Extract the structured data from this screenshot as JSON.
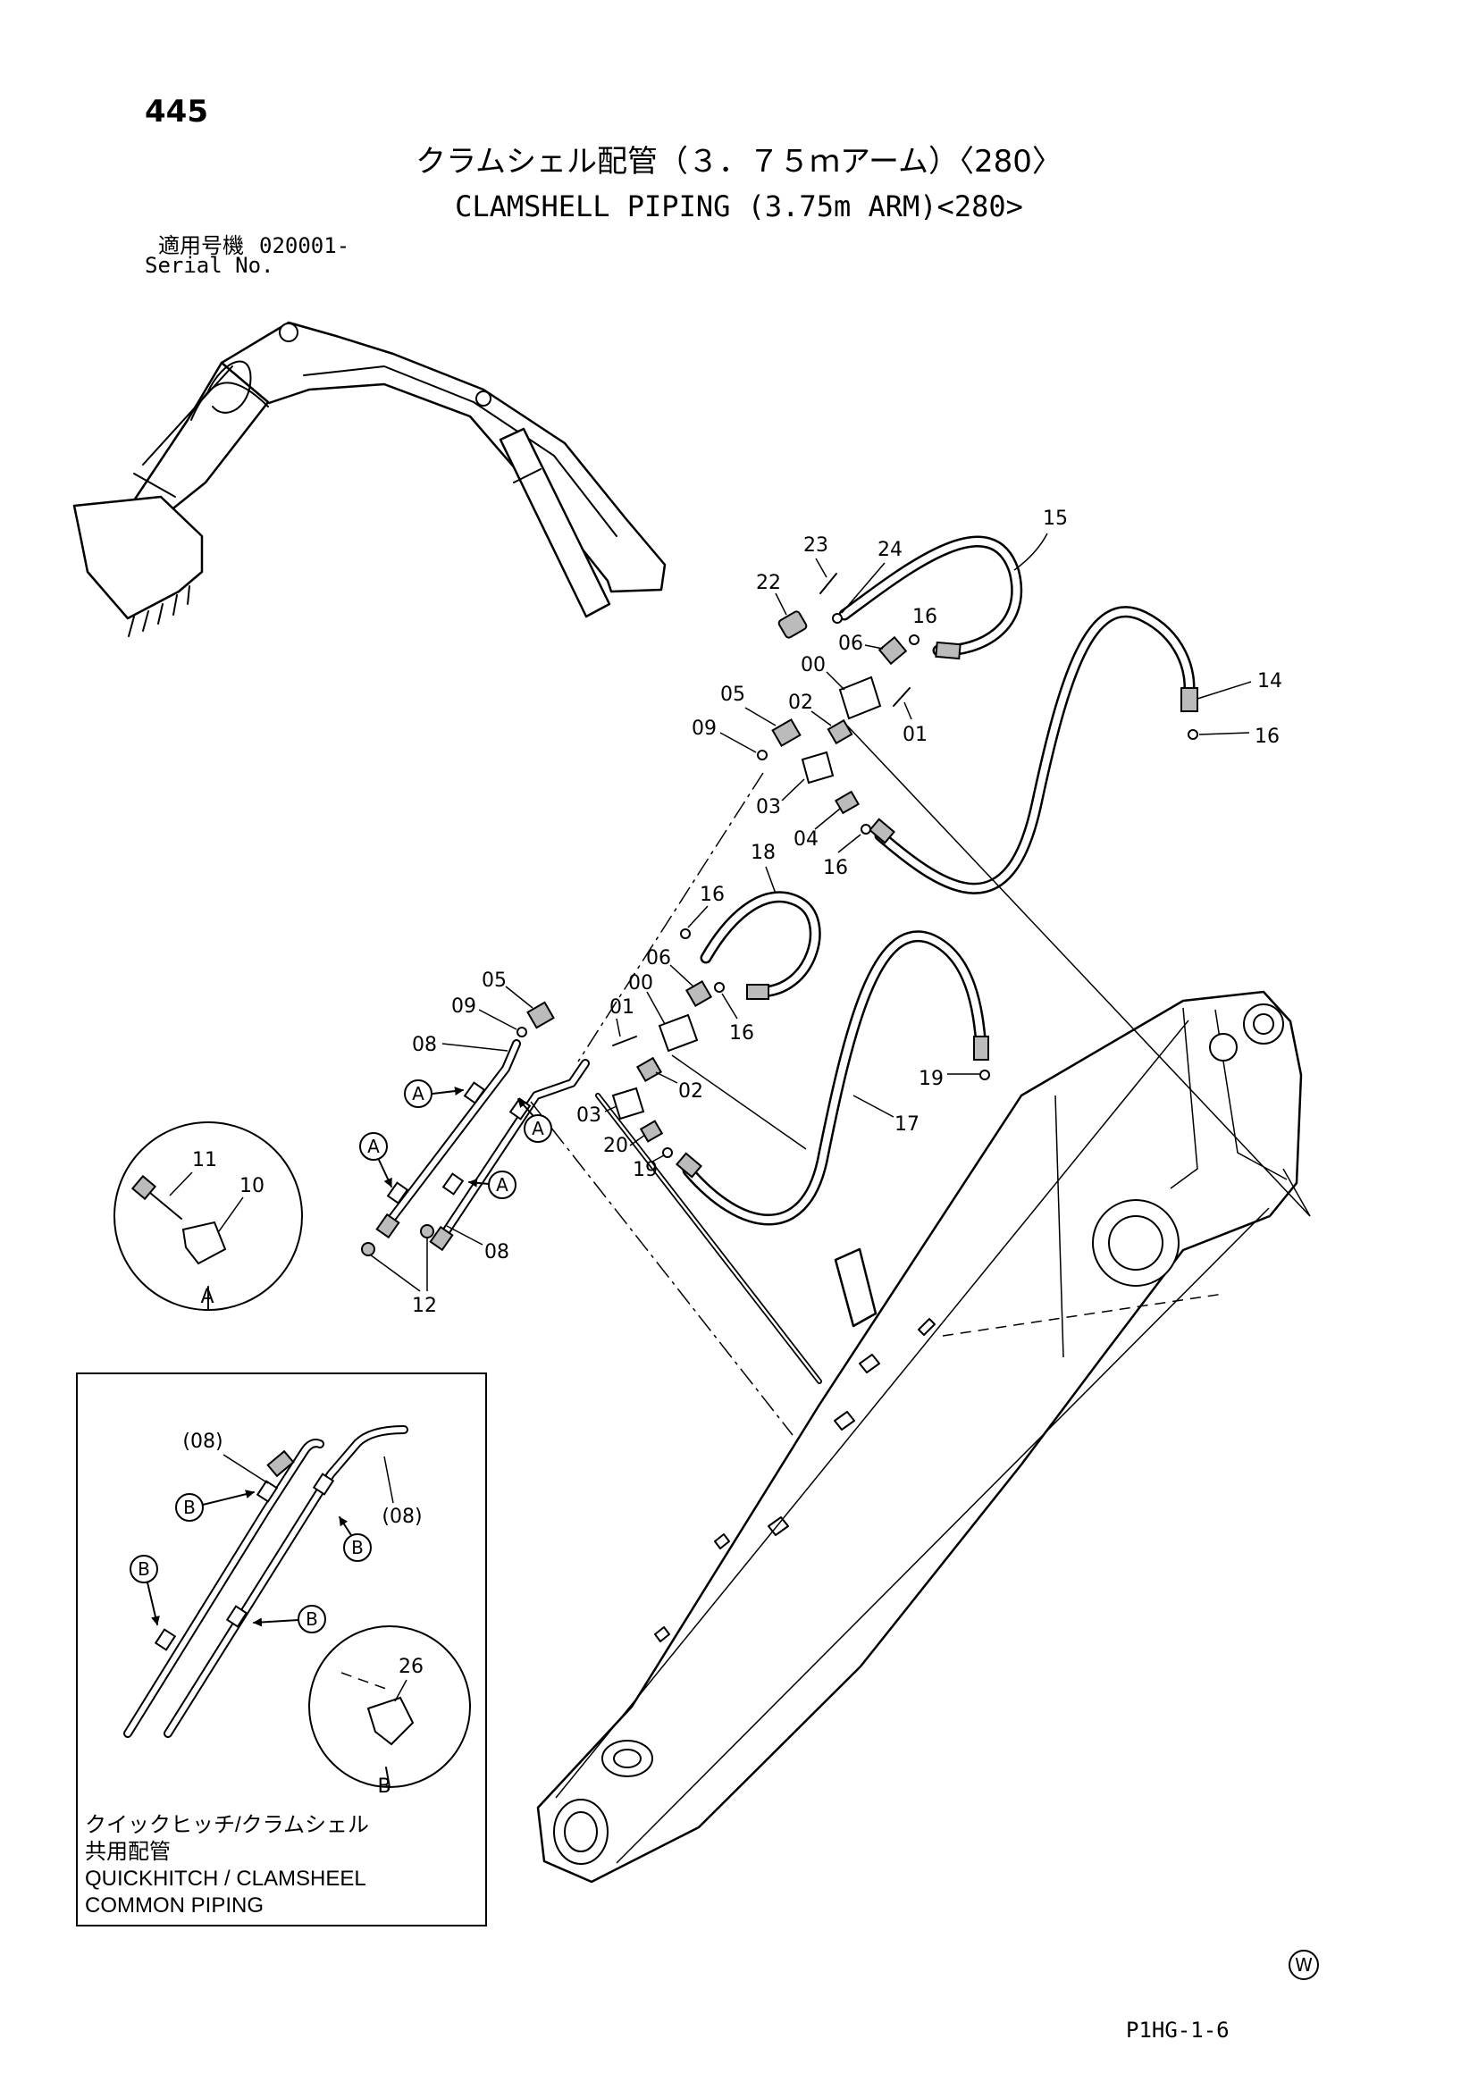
{
  "page": {
    "number": "445",
    "title_ja": "クラムシェル配管（３．７５ｍアーム）〈280〉",
    "title_en": "CLAMSHELL PIPING (3.75m ARM)<280>",
    "serial_label_ja": "適用号機",
    "serial_value": "020001-",
    "serial_label_en": "Serial No.",
    "page_code": "P1HG-1-6",
    "region_mark": "W"
  },
  "callouts": [
    "23",
    "24",
    "15",
    "22",
    "16",
    "06",
    "00",
    "14",
    "05",
    "02",
    "09",
    "01",
    "16",
    "03",
    "04",
    "16",
    "18",
    "16",
    "05",
    "06",
    "00",
    "09",
    "01",
    "16",
    "08",
    "02",
    "03",
    "19",
    "17",
    "20",
    "19",
    "08",
    "12"
  ],
  "section_markers": [
    "A",
    "A",
    "A",
    "A"
  ],
  "detail_a": {
    "callouts": [
      "11",
      "10"
    ],
    "label": "A"
  },
  "inset": {
    "callouts": [
      "(08)",
      "(08)",
      "26"
    ],
    "markers": [
      "B",
      "B",
      "B",
      "B"
    ],
    "detail_label": "B",
    "caption_ja_1": "クイックヒッチ/クラムシェル",
    "caption_ja_2": "共用配管",
    "caption_en_1": "QUICKHITCH / CLAMSHEEL",
    "caption_en_2": "COMMON PIPING"
  },
  "colors": {
    "ink": "#000000",
    "paper": "#ffffff"
  }
}
